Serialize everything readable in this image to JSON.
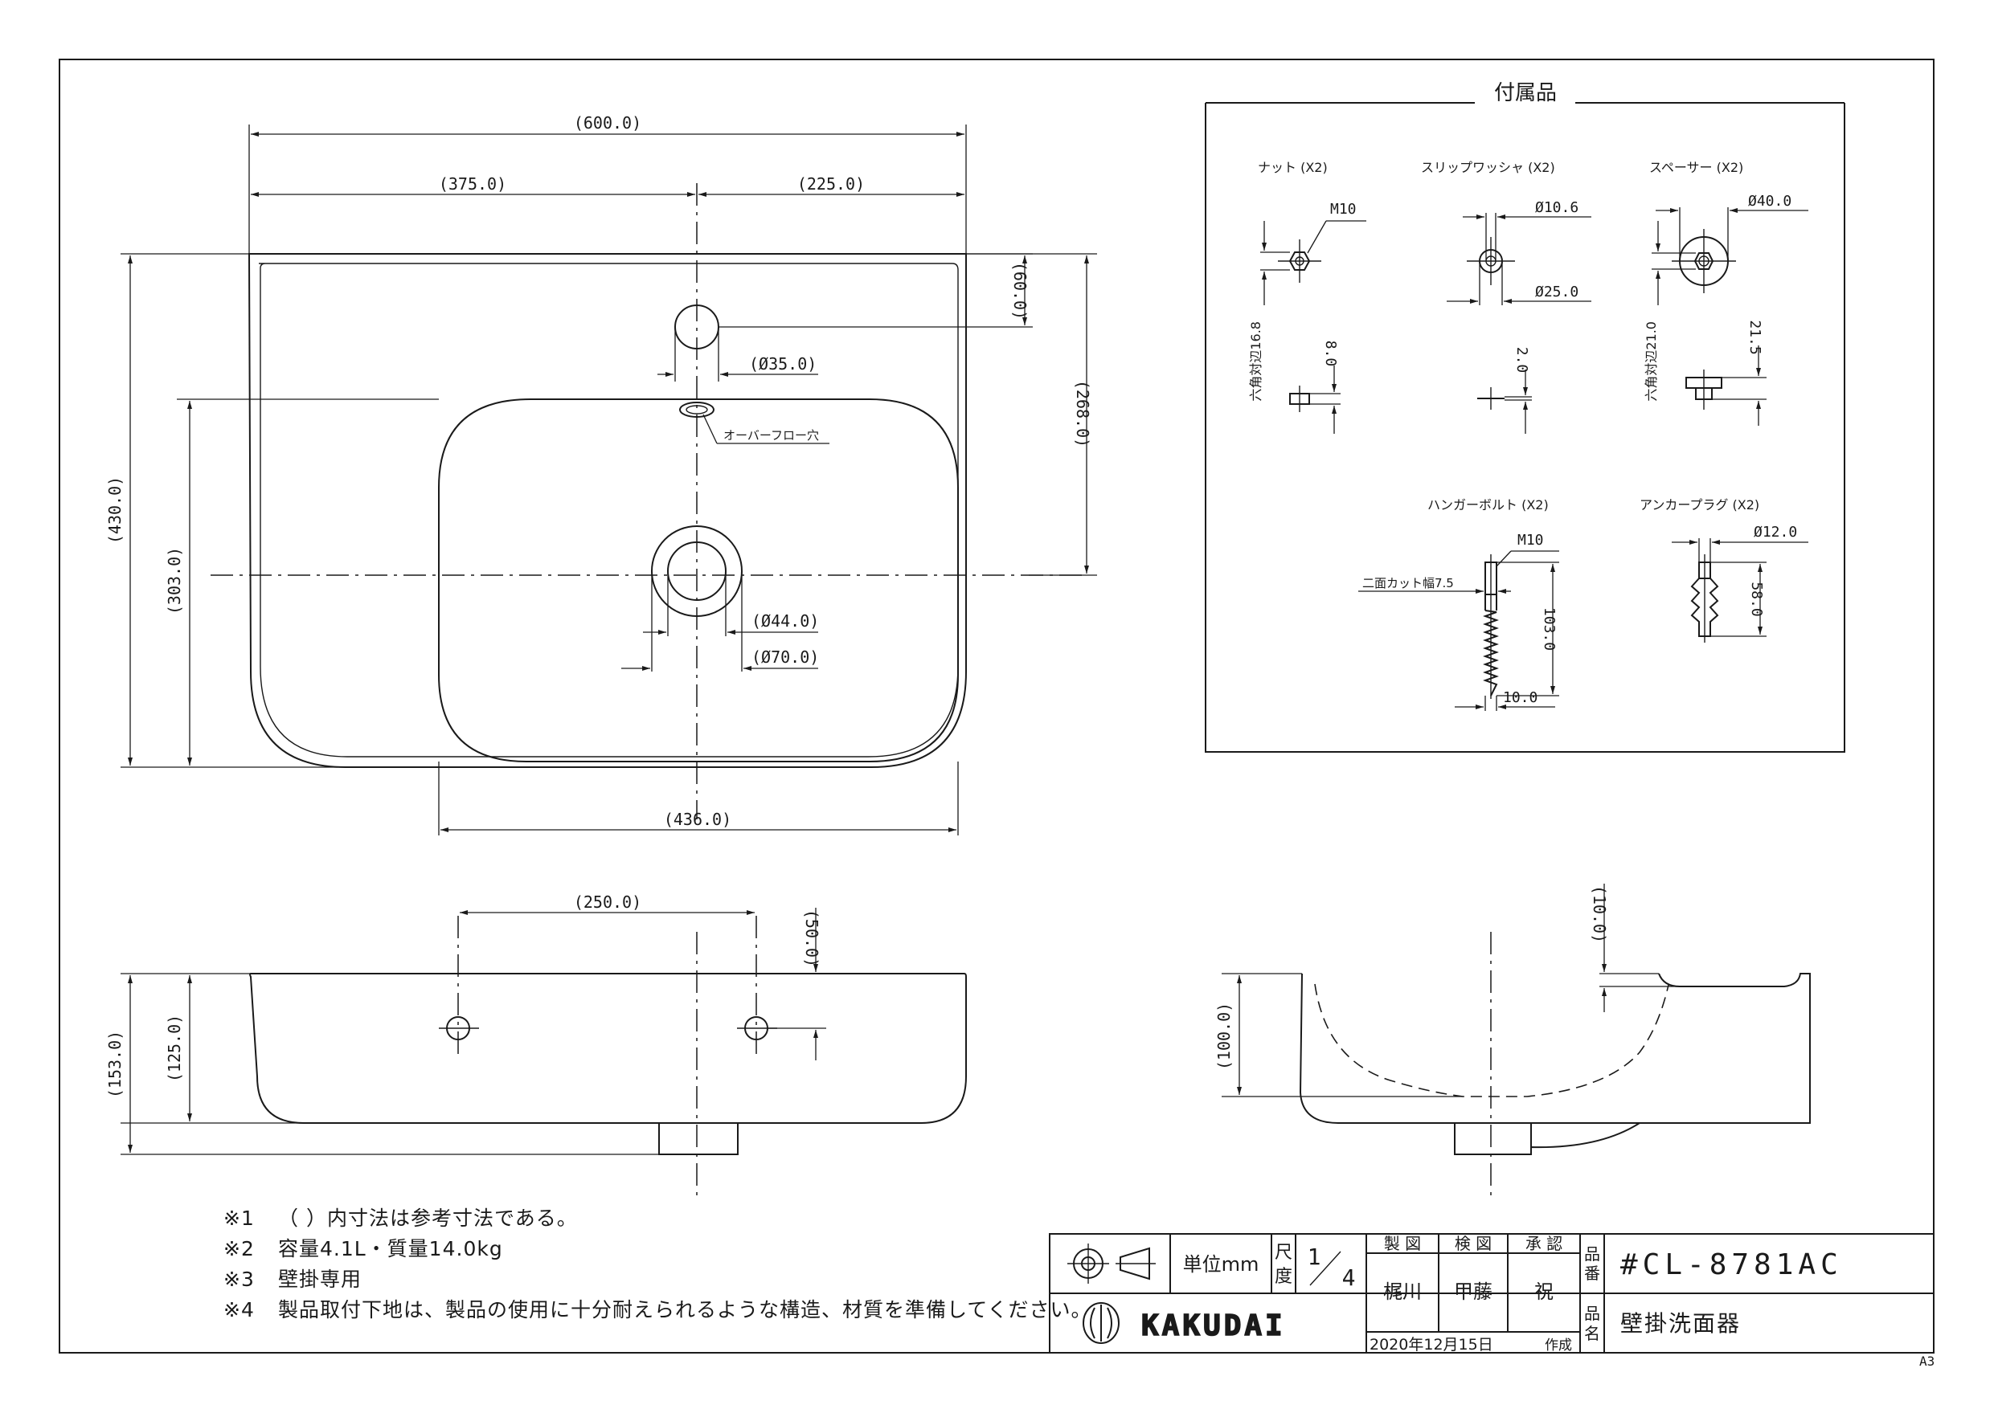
{
  "main_view": {
    "dim_width": "(600.0)",
    "dim_left": "(375.0)",
    "dim_right": "(225.0)",
    "dim_top": "(60.0)",
    "dim_faucet_hole": "(Ø35.0)",
    "overflow_label": "オーバーフロー穴",
    "dim_depth_total": "(430.0)",
    "dim_bowl_depth": "(303.0)",
    "dim_to_drain": "(268.0)",
    "dim_drain_inner": "(Ø44.0)",
    "dim_drain_outer": "(Ø70.0)",
    "dim_bowl_width": "(436.0)"
  },
  "front_view": {
    "dim_hole_spacing": "(250.0)",
    "dim_hole_offset": "(50.0)",
    "dim_body_height": "(125.0)",
    "dim_total_height": "(153.0)"
  },
  "side_view": {
    "dim_top_offset": "(10.0)",
    "dim_bowl_height": "(100.0)"
  },
  "accessories": {
    "title": "付属品",
    "nut": {
      "label": "ナット (X2)",
      "thread": "M10",
      "width_across": "六角対辺16.8",
      "height": "8.0"
    },
    "washer": {
      "label": "スリップワッシャ (X2)",
      "inner": "Ø10.6",
      "outer": "Ø25.0",
      "thickness": "2.0"
    },
    "spacer": {
      "label": "スペーサー (X2)",
      "outer": "Ø40.0",
      "width_across": "六角対辺21.0",
      "height": "21.5"
    },
    "hanger_bolt": {
      "label": "ハンガーボルト (X2)",
      "thread": "M10",
      "flat_cut": "二面カット幅7.5",
      "length": "103.0",
      "diameter": "10.0"
    },
    "anchor_plug": {
      "label": "アンカープラグ (X2)",
      "diameter": "Ø12.0",
      "length": "58.0"
    }
  },
  "notes": [
    {
      "mark": "※1",
      "text": "（ ）内寸法は参考寸法である。"
    },
    {
      "mark": "※2",
      "text": "容量4.1L・質量14.0kg"
    },
    {
      "mark": "※3",
      "text": "壁掛専用"
    },
    {
      "mark": "※4",
      "text": "製品取付下地は、製品の使用に十分耐えられるような構造、材質を準備してください。"
    }
  ],
  "title_block": {
    "unit_label": "単位mm",
    "scale_label": "尺度",
    "scale_num": "1",
    "scale_den": "4",
    "made_by_header": "製 図",
    "checked_by_header": "検 図",
    "approved_by_header": "承 認",
    "made_by": "梶川",
    "checked_by": "甲藤",
    "approved_by": "祝",
    "part_no_label": "品番",
    "part_no": "#CL-8781AC",
    "product_name_label": "品名",
    "product_name": "壁掛洗面器",
    "company": "KAKUDAI",
    "date": "2020年12月15日",
    "date_suffix": "作成"
  },
  "sheet_size": "A3"
}
